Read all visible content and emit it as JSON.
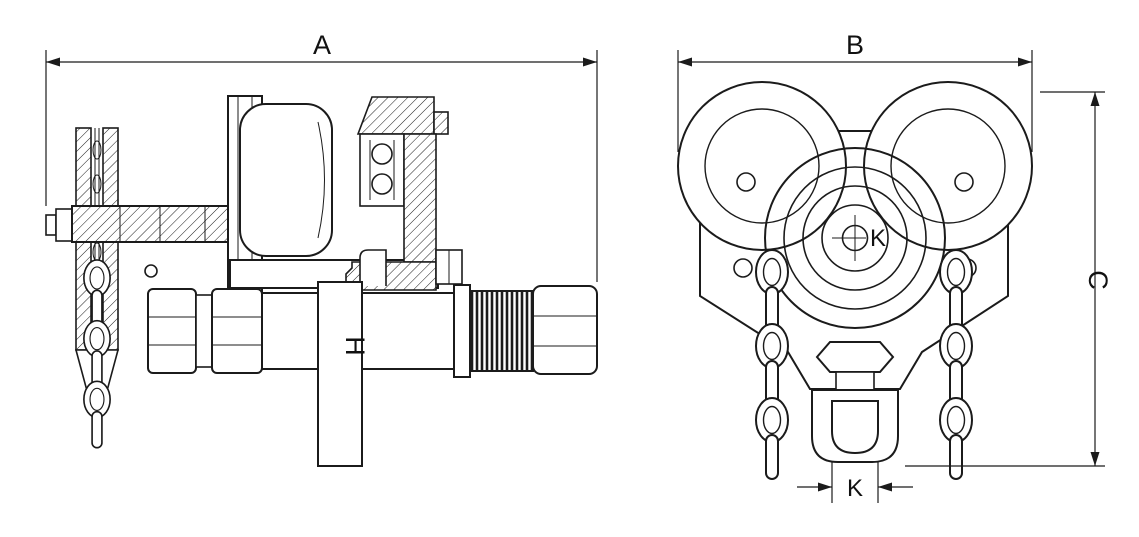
{
  "drawing": {
    "background": "#ffffff",
    "line_color": "#1b1b1b",
    "dimension_labels": {
      "A": "A",
      "B": "B",
      "C": "C",
      "H": "H",
      "K_center": "K",
      "K_bottom": "K"
    }
  }
}
